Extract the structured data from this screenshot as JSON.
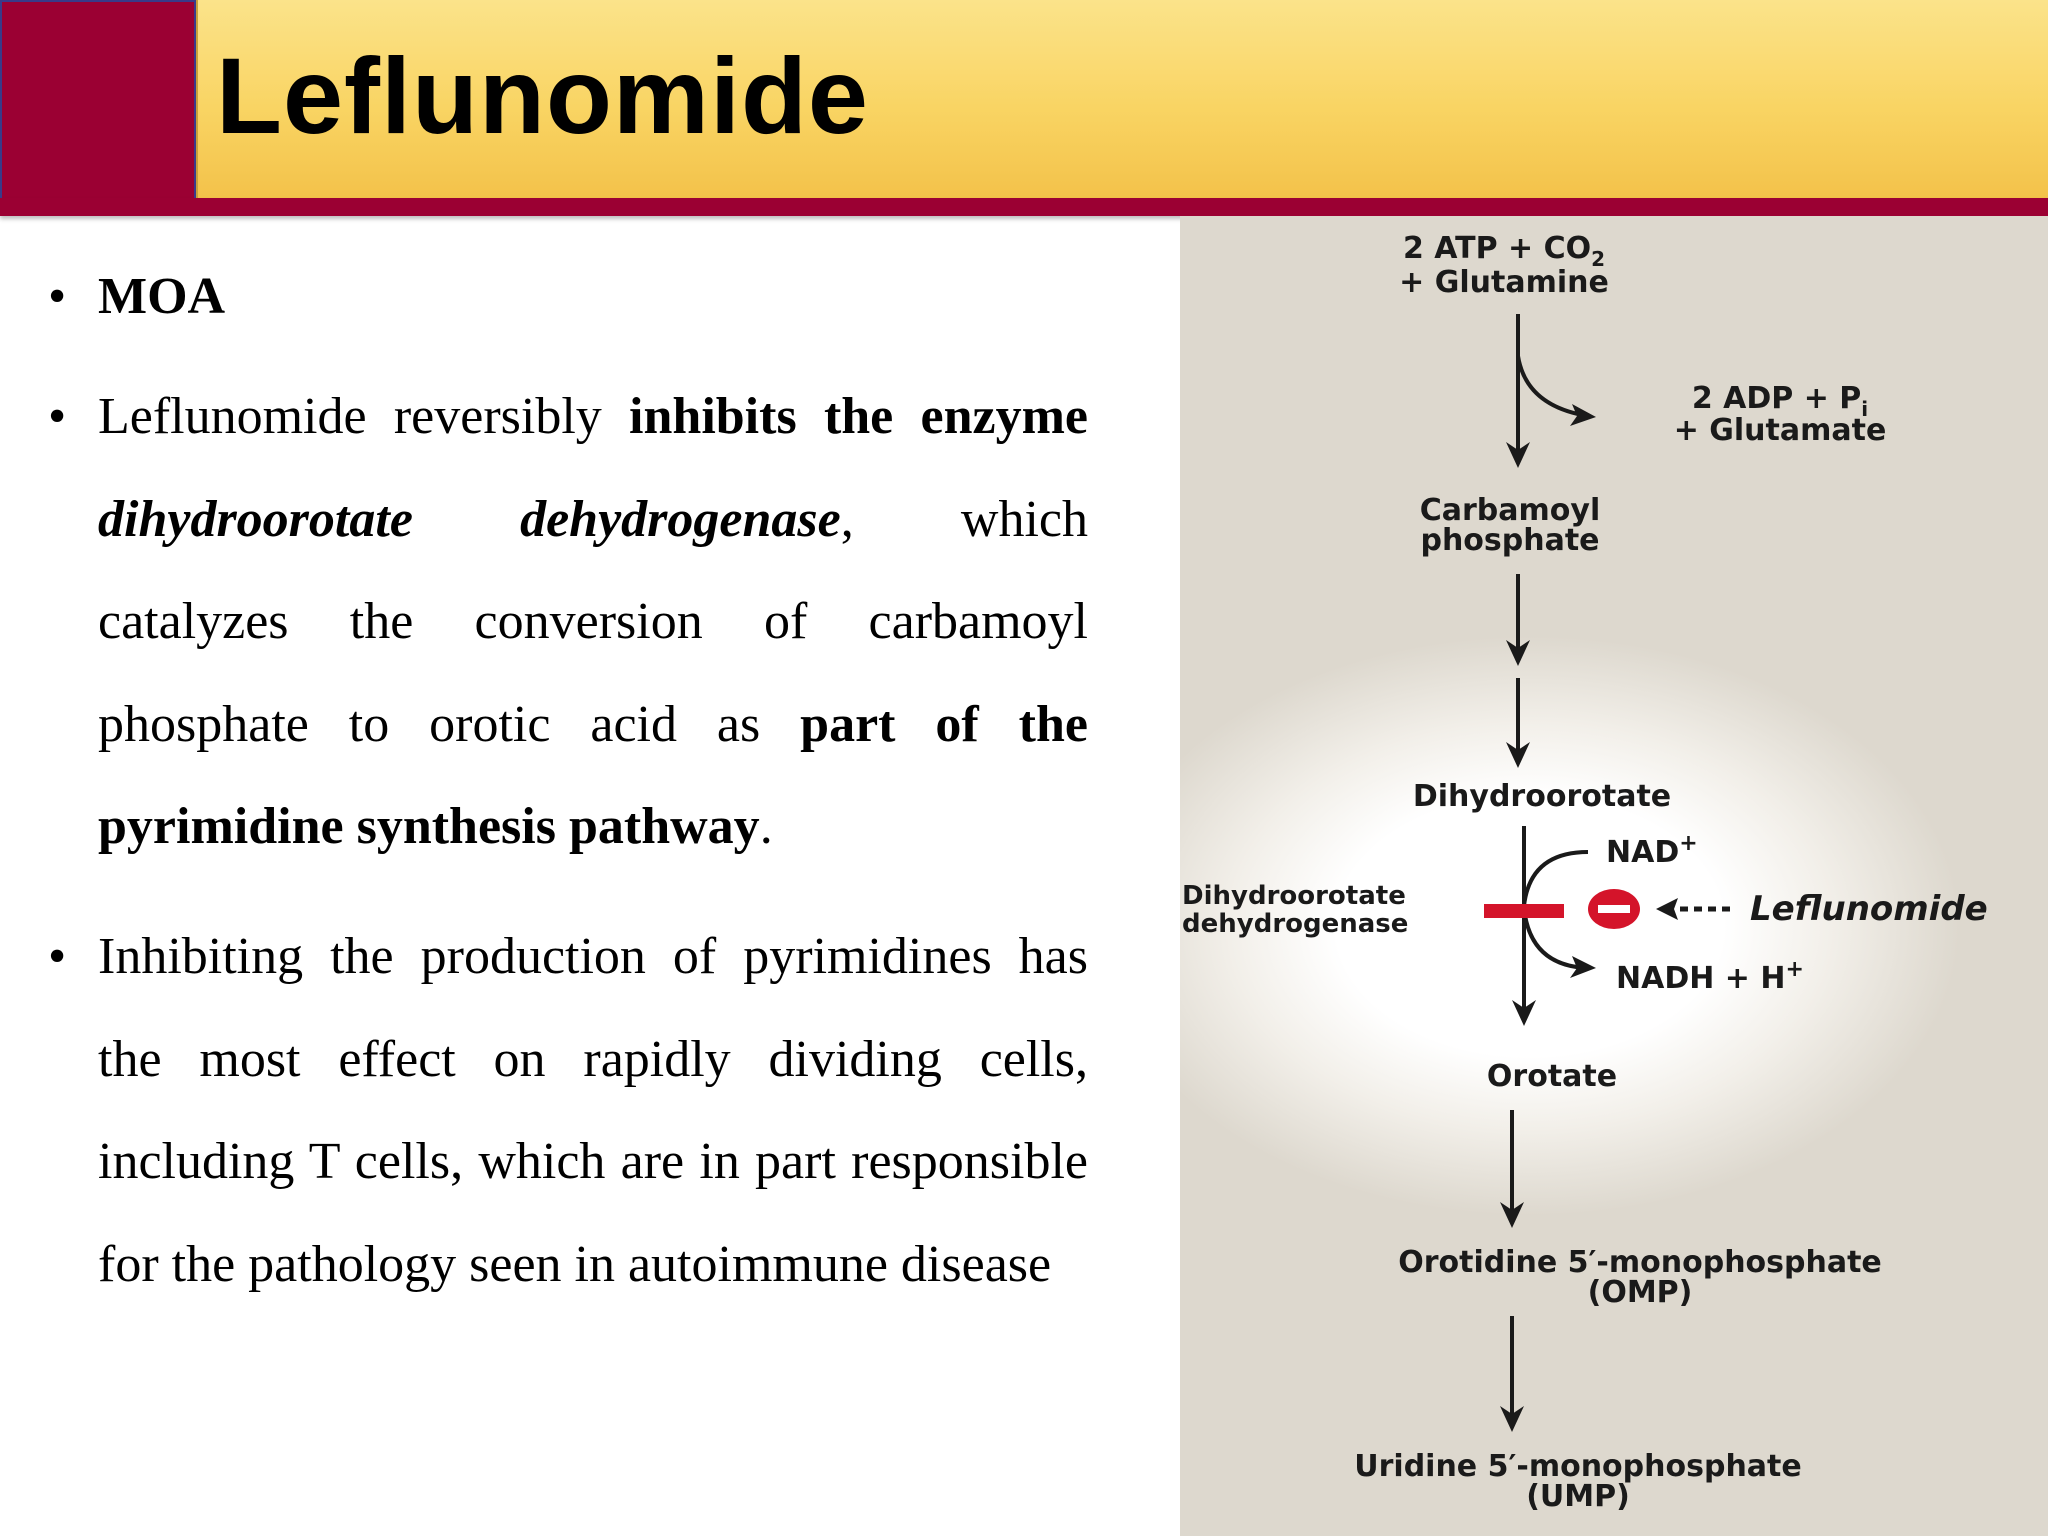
{
  "header": {
    "title": "Leflunomide"
  },
  "bullets": {
    "b1": {
      "label": "MOA"
    },
    "b2": {
      "t1": "Leflunomide reversibly ",
      "t2": "inhibits the enzyme ",
      "t3": "dihydroorotate dehydrogenase",
      "t4": ", which catalyzes the conversion of carbamoyl phosphate to orotic acid as ",
      "t5": "part of the pyrimidine synthesis pathway",
      "t6": "."
    },
    "b3": {
      "text": "Inhibiting the production of pyrimidines has the most effect on rapidly dividing cells, including T cells, which are in part responsible for the pathology seen in autoimmune disease"
    }
  },
  "diagram": {
    "substrate_line1": "2 ATP + CO",
    "substrate_sub": "2",
    "substrate_line2": "+ Glutamine",
    "byproduct_line1": "2 ADP + P",
    "byproduct_sub": "i",
    "byproduct_line2": "+ Glutamate",
    "carbamoyl_line1": "Carbamoyl",
    "carbamoyl_line2": "phosphate",
    "dihydroorotate": "Dihydroorotate",
    "nad": "NAD",
    "nadh": "NADH + H",
    "enzyme_line1": "Dihydroorotate",
    "enzyme_line2": "dehydrogenase",
    "inhibitor": "Leflunomide",
    "orotate": "Orotate",
    "omp_line1": "Orotidine 5′-monophosphate",
    "omp_line2": "(OMP)",
    "ump_line1": "Uridine 5′-monophosphate",
    "ump_line2": "(UMP)",
    "colors": {
      "inhibition": "#d4142a",
      "accent": "#9b0033",
      "title_bar": "#f9d463"
    }
  }
}
